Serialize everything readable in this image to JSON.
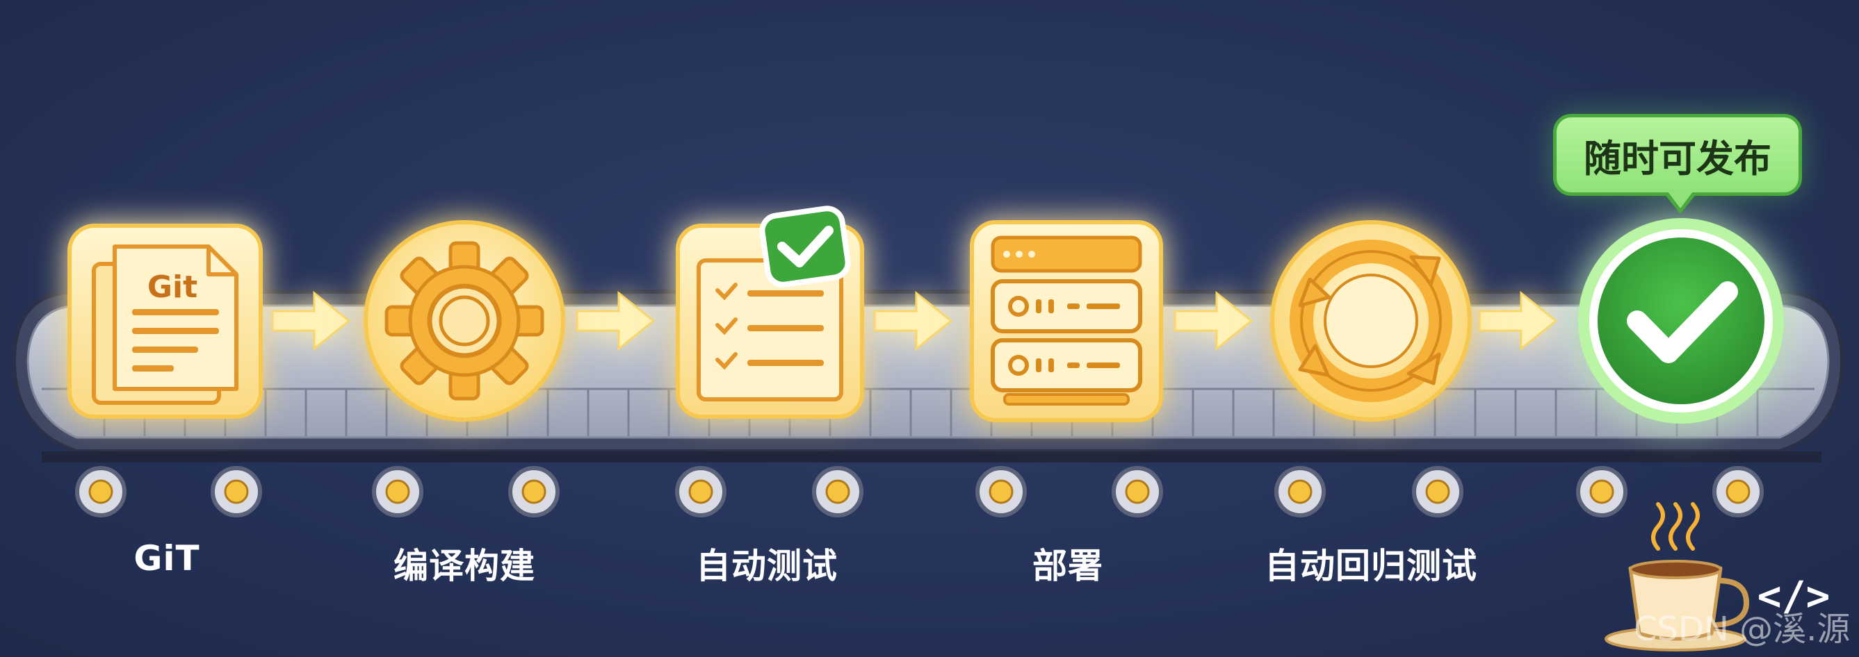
{
  "pipeline": {
    "stages": [
      {
        "label": "GiT",
        "icon": "git-document-icon"
      },
      {
        "label": "编译构建",
        "icon": "gear-icon"
      },
      {
        "label": "自动测试",
        "icon": "checklist-icon"
      },
      {
        "label": "部署",
        "icon": "server-rack-icon"
      },
      {
        "label": "自动回归测试",
        "icon": "cycle-arrows-icon"
      },
      {
        "label": "",
        "icon": "check-circle-icon"
      }
    ],
    "doc_text": "Git",
    "release_badge": "随时可发布",
    "code_tag": "</>",
    "watermark": "CSDN @溪.源"
  },
  "colors": {
    "background": "#263359",
    "icon_fill": "#fde8a8",
    "icon_stroke": "#e5962a",
    "glow": "#ffd75e",
    "success": "#3aa83a",
    "belt": "#b9bfce"
  }
}
